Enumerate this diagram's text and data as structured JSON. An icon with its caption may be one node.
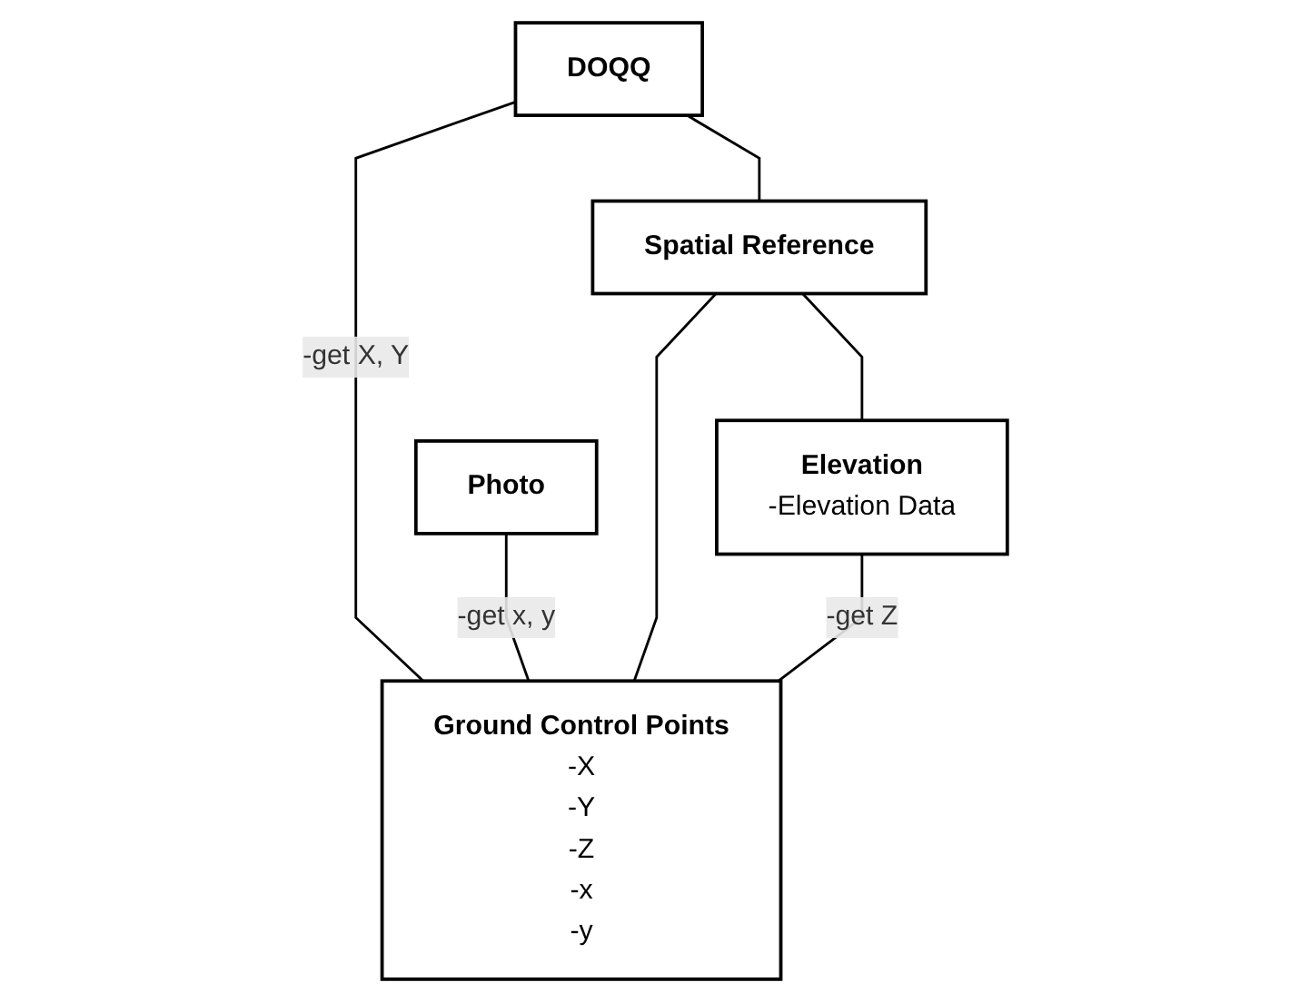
{
  "diagram": {
    "nodes": [
      {
        "text": [
          "DOQQ"
        ]
      },
      {
        "text": [
          "Photo"
        ]
      },
      {
        "text": [
          "Ground Control Points",
          "-X",
          "-Y",
          "-Z",
          "-x",
          "-y"
        ]
      },
      {
        "text": [
          "Spatial Reference"
        ]
      },
      {
        "text": [
          "Elevation",
          "-Elevation Data"
        ]
      }
    ],
    "edges": [
      {
        "from": 0,
        "to": 3,
        "arrow": "none"
      },
      {
        "from": 0,
        "to": 2,
        "arrow": "none",
        "label": "-get X, Y"
      },
      {
        "from": 1,
        "to": 2,
        "arrow": "none",
        "label": "-get x, y"
      },
      {
        "from": 3,
        "to": 2,
        "arrow": "none"
      },
      {
        "from": 3,
        "to": 4,
        "arrow": "none"
      },
      {
        "from": 4,
        "to": 2,
        "arrow": "none",
        "label": "-get Z"
      }
    ]
  }
}
